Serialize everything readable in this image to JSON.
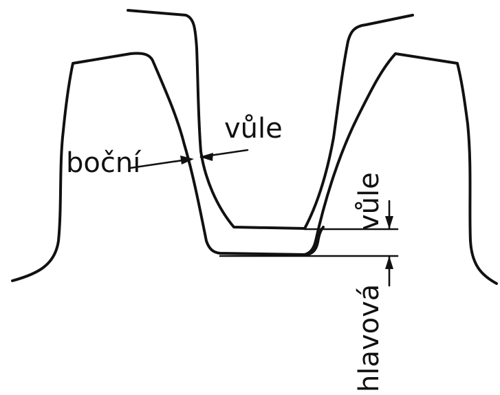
{
  "labels": {
    "side_clearance_left": "boční",
    "side_clearance_right": "vůle",
    "tip_clearance_top": "vůle",
    "tip_clearance_bottom": "hlavová"
  }
}
